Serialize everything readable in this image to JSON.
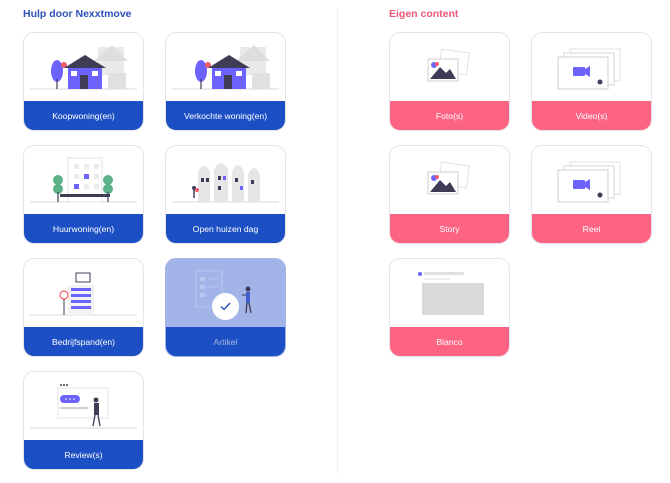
{
  "sections": {
    "left_title": "Hulp door Nexxtmove",
    "right_title": "Eigen content"
  },
  "left_cards": [
    {
      "label": "Koopwoning(en)"
    },
    {
      "label": "Verkochte woning(en)"
    },
    {
      "label": "Huurwoning(en)"
    },
    {
      "label": "Open huizen dag"
    },
    {
      "label": "Bedrijfspand(en)"
    },
    {
      "label": "Artikel",
      "selected": true
    },
    {
      "label": "Review(s)"
    }
  ],
  "right_cards": [
    {
      "label": "Foto(s)"
    },
    {
      "label": "Video(s)"
    },
    {
      "label": "Story"
    },
    {
      "label": "Reel"
    },
    {
      "label": "Blanco"
    }
  ],
  "colors": {
    "primary_blue": "#1d4fc4",
    "accent_pink": "#fd6483",
    "illustration_purple": "#6c63ff",
    "selected_overlay": "#a3b5e8"
  }
}
